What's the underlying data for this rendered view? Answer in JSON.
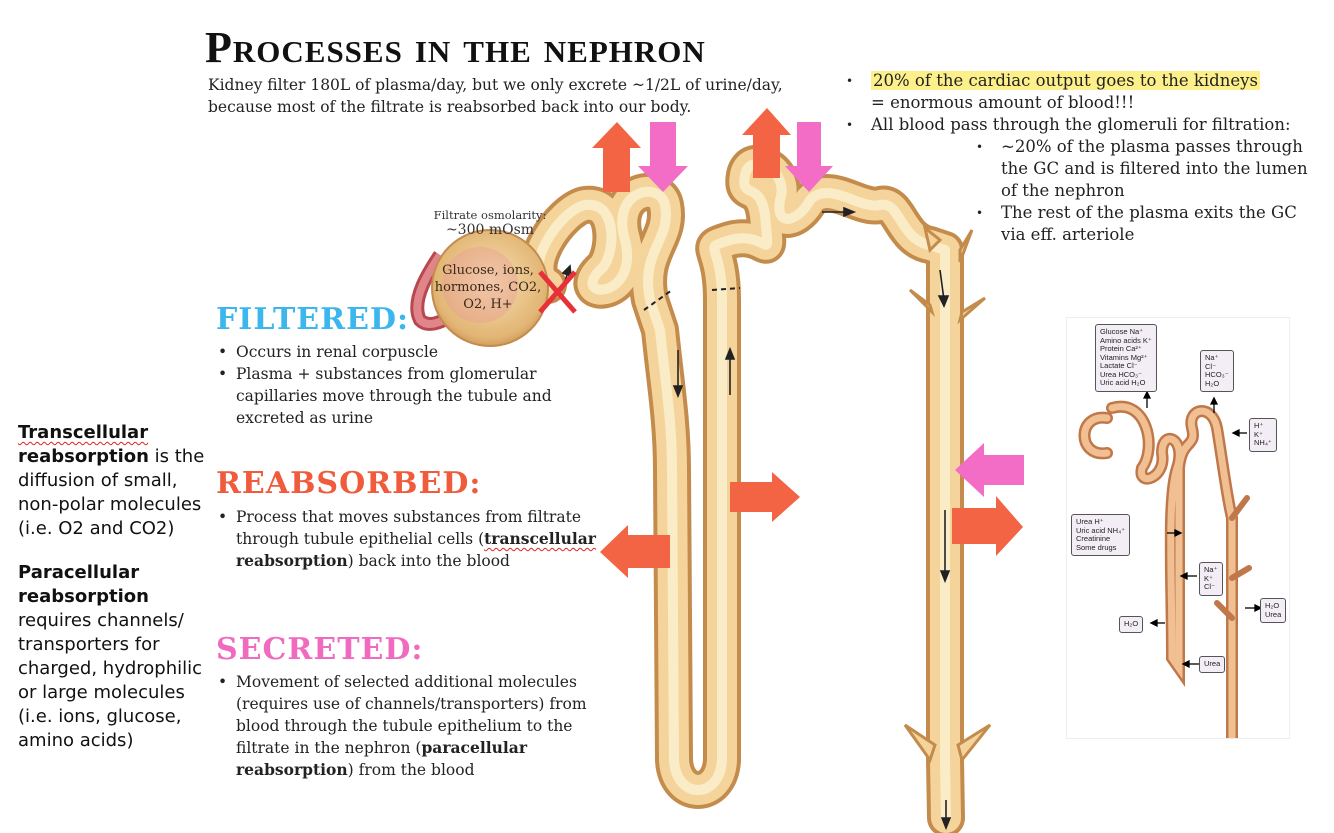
{
  "title": "Processes in the nephron",
  "intro": {
    "line1": "Kidney filter 180L of plasma/day, but we only excrete ~1/2L of urine/day,",
    "line2": "because most of the filtrate is reabsorbed back into our body."
  },
  "top_right": {
    "b1": "20% of the cardiac output goes to the kidneys",
    "b1_cont": "= enormous amount of blood!!!",
    "b2": "All blood pass through the glomeruli for filtration:",
    "sub1": " ~20% of the plasma passes through the GC and is filtered into the lumen of the nephron",
    "sub2": "The rest of the plasma exits the GC via eff. arteriole"
  },
  "filtered": {
    "heading": "FILTERED:",
    "items": [
      "Occurs in renal corpuscle",
      "Plasma + substances from glomerular capillaries move through the tubule and excreted as urine"
    ]
  },
  "reabsorbed": {
    "heading": "REABSORBED:",
    "item_a": "Process that moves substances from filtrate through tubule epithelial cells (",
    "item_b": "transcellular",
    "item_c": " reabsorption",
    "item_d": ") back into the blood"
  },
  "secreted": {
    "heading": "SECRETED:",
    "item_a": "Movement of selected additional molecules (requires use of channels/transporters) from blood through the tubule epithelium to the filtrate in the nephron (",
    "item_b": "paracellular reabsorption",
    "item_c": ") from the blood"
  },
  "left_col": {
    "t1a": "Transcellular",
    "t1b": "reabsorption",
    "t1c": " is the diffusion of small, non-polar molecules (i.e. O2 and CO2)",
    "t2a": "Paracellular reabsorption",
    "t2b": " requires channels/ transporters for charged, hydrophilic or large molecules (i.e. ions, glucose, amino acids)"
  },
  "glomerulus": {
    "osm_label": "Filtrate osmolarity:",
    "osm_value": "~300 mOsm",
    "solutes_1": "Glucose, ions,",
    "solutes_2": "hormones, CO2,",
    "solutes_3": "O2, H+"
  },
  "mini": {
    "box1": [
      "Glucose   Na⁺",
      "Amino acids  K⁺",
      "Protein     Ca²⁺",
      "Vitamins    Mg²⁺",
      "Lactate     Cl⁻",
      "Urea        HCO₃⁻",
      "Uric acid   H₂O"
    ],
    "box2": [
      "Na⁺",
      "Cl⁻",
      "HCO₃⁻",
      "H₂O"
    ],
    "box3": [
      "H⁺",
      "K⁺",
      "NH₄⁺"
    ],
    "box4": [
      "Urea       H⁺",
      "Uric acid  NH₄⁺",
      "Creatinine",
      "Some drugs"
    ],
    "box5": [
      "Na⁺",
      "K⁺",
      "Cl⁻"
    ],
    "box6": [
      "H₂O",
      "Urea"
    ],
    "box7": "H₂O",
    "box8": "Urea"
  },
  "colors": {
    "filtered": "#3bb7ee",
    "reabsorbed": "#f05b3c",
    "secreted": "#f06bc0",
    "highlight": "#fdf08a",
    "tubule": "#f5d49c"
  }
}
